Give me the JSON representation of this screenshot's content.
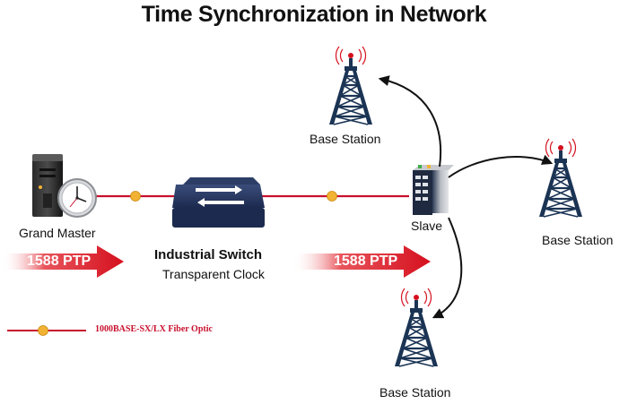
{
  "title": "Time Synchronization in Network",
  "nodes": {
    "grand_master": "Grand Master",
    "industrial_switch": "Industrial Switch",
    "switch_subtitle": "Transparent Clock",
    "slave": "Slave",
    "base_station_top": "Base Station",
    "base_station_right": "Base Station",
    "base_station_bottom": "Base Station"
  },
  "arrows": {
    "left": "1588 PTP",
    "right": "1588 PTP"
  },
  "legend": {
    "fiber": "1000BASE-SX/LX Fiber Optic"
  },
  "colors": {
    "fiber_line": "#c8102e",
    "fiber_node": "#f2b233",
    "arrow_red": "#d5101e",
    "tower_blue": "#1b3454",
    "switch_navy": "#1c2a4f"
  },
  "icons": [
    "server-icon",
    "clock-icon",
    "switch-icon",
    "slave-switch-icon",
    "tower-icon",
    "signal-icon"
  ]
}
